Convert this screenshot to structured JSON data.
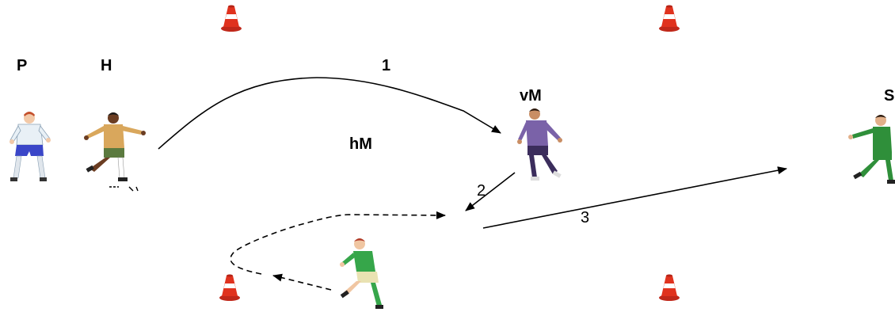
{
  "labels": {
    "p": "P",
    "h": "H",
    "one": "1",
    "vm": "vM",
    "hm": "hM",
    "s": "S",
    "two": "2",
    "three": "3"
  },
  "players": [
    {
      "name": "P",
      "jersey": "#e8f0f6",
      "shorts": "#3a46c8",
      "socks": "#e0e6ec",
      "skin": "#f2c9a8",
      "hair": "#c4502c"
    },
    {
      "name": "H",
      "jersey": "#d9a75c",
      "shorts": "#5b7a3f",
      "socks": "#ffffff",
      "skin": "#6b3d22",
      "hair": "#1a1a1a"
    },
    {
      "name": "vM",
      "jersey": "#7a62a8",
      "shorts": "#3b2d5c",
      "socks": "#3b2d5c",
      "skin": "#c98e64",
      "hair": "#2a1a10"
    },
    {
      "name": "S",
      "jersey": "#2f8f3a",
      "shorts": "#2f8f3a",
      "socks": "#2f8f3a",
      "skin": "#e2b08a",
      "hair": "#2a1a10"
    },
    {
      "name": "hM",
      "jersey": "#36a64a",
      "shorts": "#e9e2b2",
      "socks": "#36a64a",
      "skin": "#f0c6a2",
      "hair": "#b03a28"
    }
  ],
  "cone_colors": {
    "body": "#e0321e",
    "band": "#ffffff",
    "base": "#c0281a"
  }
}
